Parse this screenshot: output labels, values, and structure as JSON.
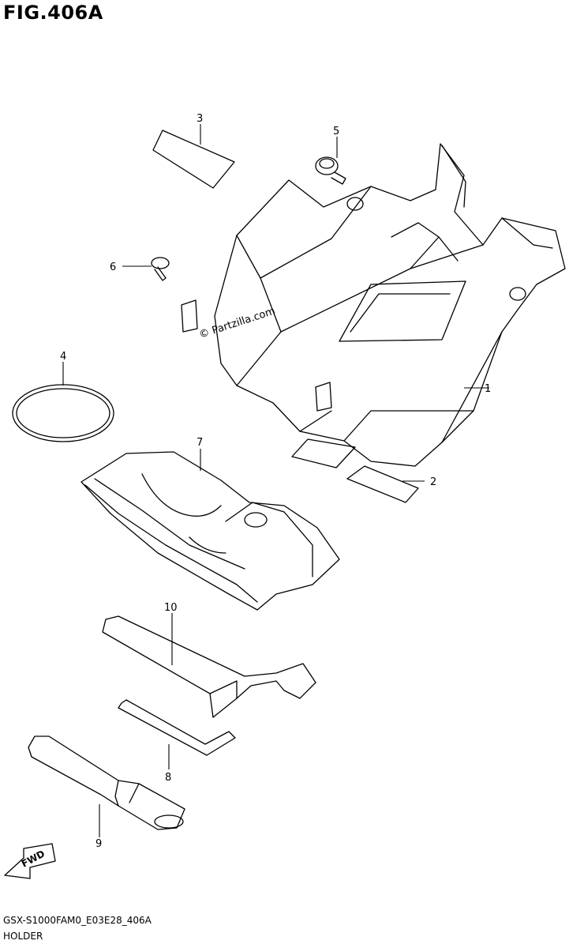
{
  "figure": {
    "title": "FIG.406A",
    "code": "GSX-S1000FAM0_E03E28_406A",
    "name": "HOLDER"
  },
  "watermark": "© Partzilla.com",
  "direction": {
    "label": "FWD"
  },
  "callouts": [
    {
      "id": "c1",
      "label": "1"
    },
    {
      "id": "c2",
      "label": "2"
    },
    {
      "id": "c3",
      "label": "3"
    },
    {
      "id": "c4",
      "label": "4"
    },
    {
      "id": "c5",
      "label": "5"
    },
    {
      "id": "c6",
      "label": "6"
    },
    {
      "id": "c7",
      "label": "7"
    },
    {
      "id": "c8",
      "label": "8"
    },
    {
      "id": "c9",
      "label": "9"
    },
    {
      "id": "c10",
      "label": "10"
    }
  ]
}
